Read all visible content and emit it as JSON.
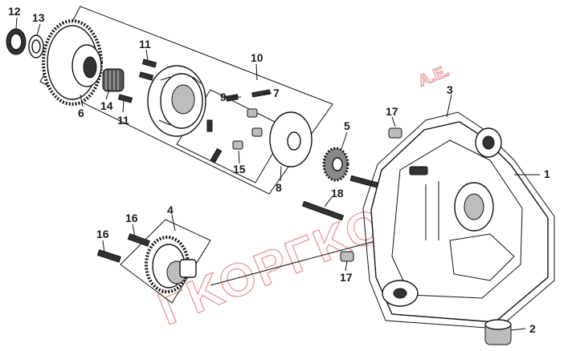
{
  "watermark": {
    "text": "ΓΚΟΡΓΚΟΛΗΣ",
    "suffix": "Α.Ε.",
    "color": "#e24a4a"
  },
  "callouts": [
    {
      "id": "c1",
      "label": "1"
    },
    {
      "id": "c2",
      "label": "2"
    },
    {
      "id": "c3",
      "label": "3"
    },
    {
      "id": "c4",
      "label": "4"
    },
    {
      "id": "c5",
      "label": "5"
    },
    {
      "id": "c6",
      "label": "6"
    },
    {
      "id": "c7",
      "label": "7"
    },
    {
      "id": "c8",
      "label": "8"
    },
    {
      "id": "c9",
      "label": "9"
    },
    {
      "id": "c10",
      "label": "10"
    },
    {
      "id": "c11a",
      "label": "11"
    },
    {
      "id": "c11b",
      "label": "11"
    },
    {
      "id": "c12",
      "label": "12"
    },
    {
      "id": "c13",
      "label": "13"
    },
    {
      "id": "c14",
      "label": "14"
    },
    {
      "id": "c15",
      "label": "15"
    },
    {
      "id": "c16a",
      "label": "16"
    },
    {
      "id": "c16b",
      "label": "16"
    },
    {
      "id": "c17a",
      "label": "17"
    },
    {
      "id": "c17b",
      "label": "17"
    },
    {
      "id": "c18",
      "label": "18"
    }
  ]
}
